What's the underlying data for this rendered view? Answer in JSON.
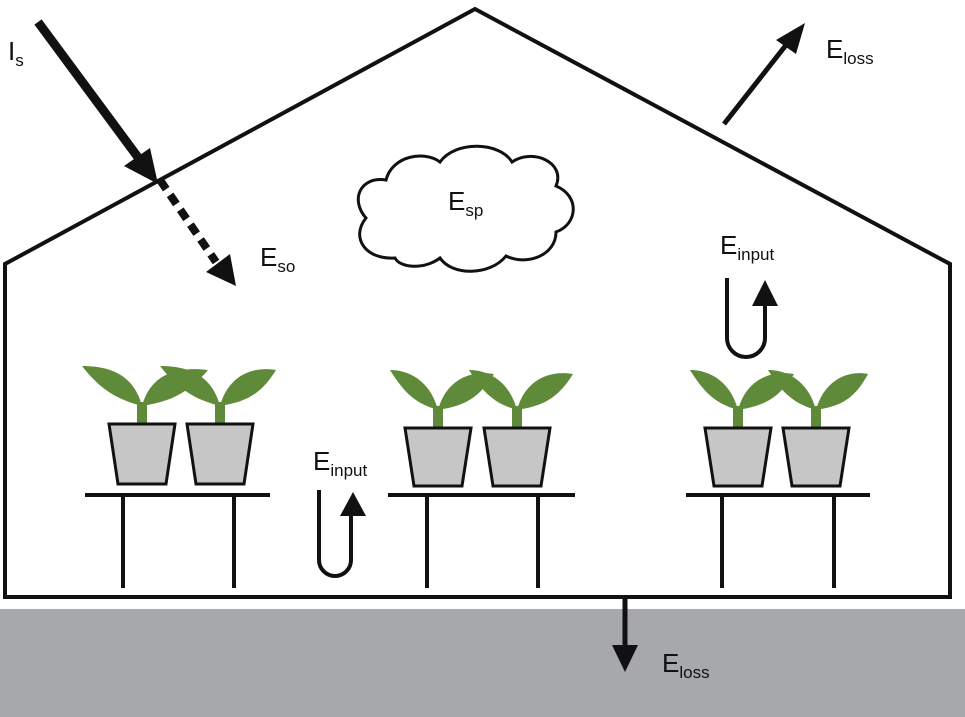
{
  "colors": {
    "stroke": "#111111",
    "ground": "#a7a8ac",
    "pot": "#c6c6c6",
    "leaf": "#5e8a3a",
    "background": "#ffffff"
  },
  "labels": {
    "incoming": {
      "main": "I",
      "sub": "s"
    },
    "roof_loss": {
      "main": "E",
      "sub": "loss"
    },
    "ground_loss": {
      "main": "E",
      "sub": "loss"
    },
    "stored_optical": {
      "main": "E",
      "sub": "so"
    },
    "space": {
      "main": "E",
      "sub": "sp"
    },
    "input_center": {
      "main": "E",
      "sub": "input"
    },
    "input_right": {
      "main": "E",
      "sub": "input"
    }
  },
  "icons": {
    "cloud": "cloud-icon",
    "plant": "potted-plant-icon",
    "input_loop": "u-turn-arrow-icon"
  }
}
